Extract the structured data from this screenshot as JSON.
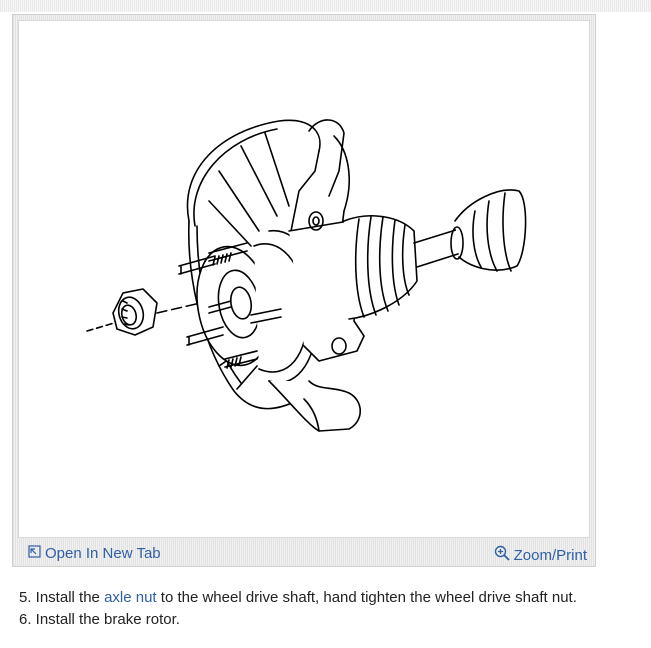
{
  "figure": {
    "open_tab_label": "Open In New Tab",
    "zoom_label": "Zoom/Print",
    "icons": {
      "open_tab": "open-in-new-tab-icon",
      "zoom": "magnifier-icon"
    }
  },
  "steps": [
    {
      "prefix": "5. Install the ",
      "link": "axle nut",
      "suffix": " to the wheel drive shaft, hand tighten the wheel drive shaft nut."
    },
    {
      "text": "6. Install the brake rotor."
    }
  ],
  "colors": {
    "link": "#2f5fa7",
    "text": "#222222"
  }
}
